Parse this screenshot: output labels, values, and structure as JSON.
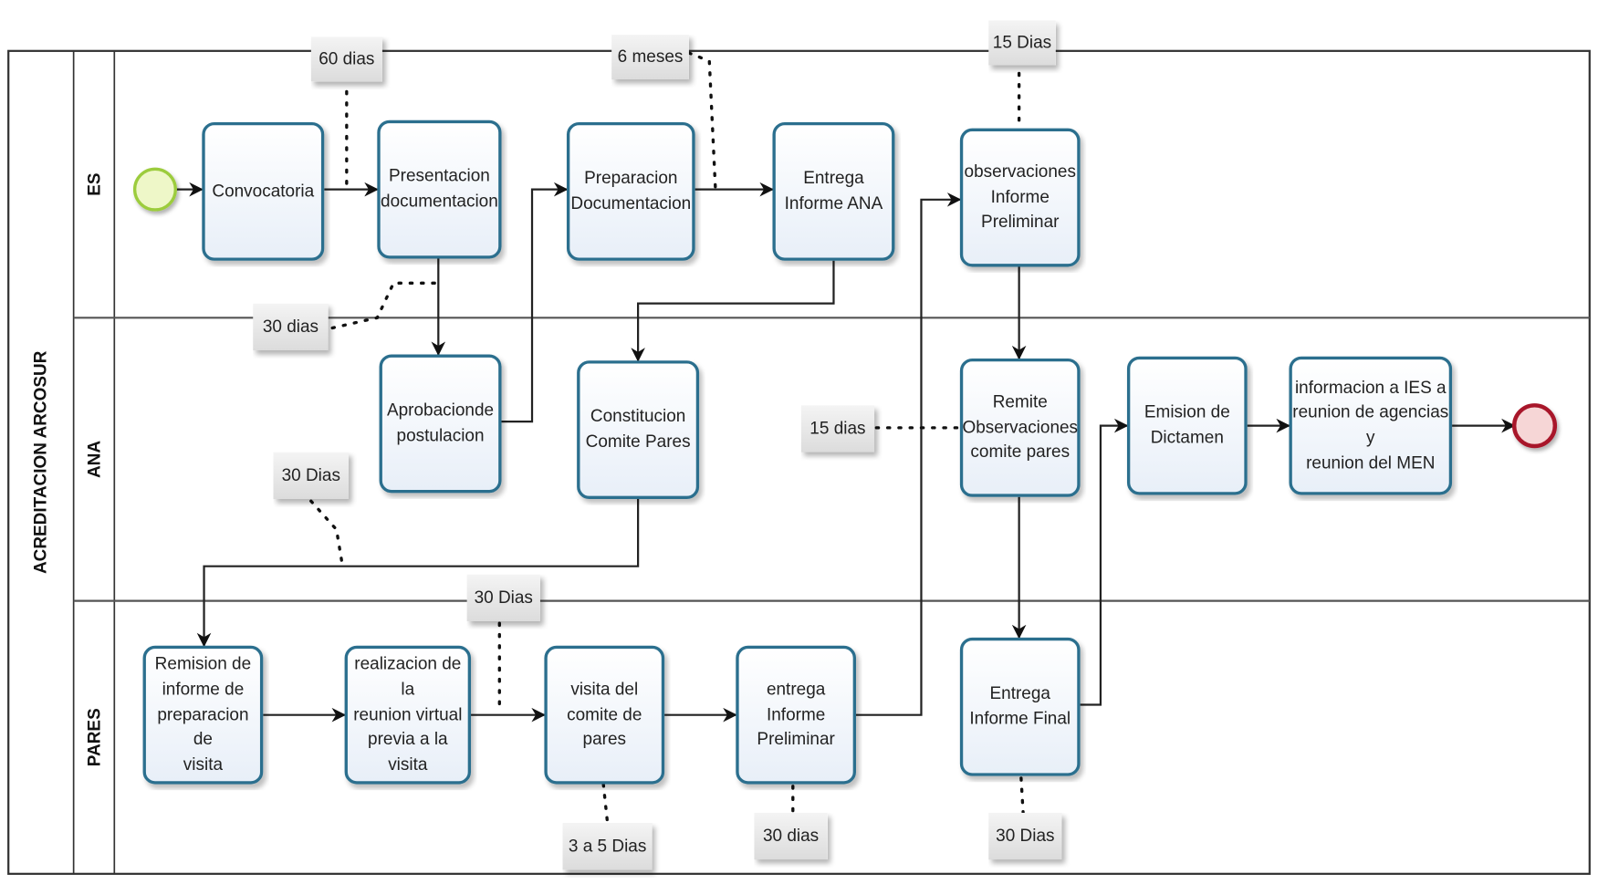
{
  "pool": {
    "label": "ACREDITACION ARCOSUR"
  },
  "lanes": [
    {
      "id": "es",
      "label": "ES"
    },
    {
      "id": "ana",
      "label": "ANA"
    },
    {
      "id": "pares",
      "label": "PARES"
    }
  ],
  "events": {
    "start": {
      "color": "#9ccc3c",
      "fill": "#eef7c8"
    },
    "end": {
      "color": "#a8182a",
      "fill": "#f6d6d6"
    }
  },
  "tasks": [
    {
      "id": "convocatoria",
      "lane": "es",
      "label": "Convocatoria"
    },
    {
      "id": "presentacion",
      "lane": "es",
      "label": "Presentacion\ndocumentacion"
    },
    {
      "id": "preparacion",
      "lane": "es",
      "label": "Preparacion\nDocumentacion"
    },
    {
      "id": "entrega-ana",
      "lane": "es",
      "label": "Entrega\nInforme ANA"
    },
    {
      "id": "observaciones",
      "lane": "es",
      "label": "observaciones\nInforme\nPreliminar"
    },
    {
      "id": "aprobacion",
      "lane": "ana",
      "label": "Aprobacionde\npostulacion"
    },
    {
      "id": "constitucion",
      "lane": "ana",
      "label": "Constitucion\nComite Pares"
    },
    {
      "id": "remite",
      "lane": "ana",
      "label": "Remite\nObservaciones\ncomite pares"
    },
    {
      "id": "emision",
      "lane": "ana",
      "label": "Emision de\nDictamen"
    },
    {
      "id": "informacion",
      "lane": "ana",
      "label": "informacion a IES a\nreunion de agencias y\nreunion del MEN"
    },
    {
      "id": "remision",
      "lane": "pares",
      "label": "Remision de\ninforme de\npreparacion de\nvisita"
    },
    {
      "id": "realizacion",
      "lane": "pares",
      "label": "realizacion de la\nreunion virtual\nprevia a la visita"
    },
    {
      "id": "visita",
      "lane": "pares",
      "label": "visita del\ncomite de\npares"
    },
    {
      "id": "entrega-preliminar",
      "lane": "pares",
      "label": "entrega\nInforme\nPreliminar"
    },
    {
      "id": "entrega-final",
      "lane": "pares",
      "label": "Entrega\nInforme Final"
    }
  ],
  "annotations": [
    {
      "id": "a1",
      "text": "60 dias"
    },
    {
      "id": "a2",
      "text": "6 meses"
    },
    {
      "id": "a3",
      "text": "15 Dias"
    },
    {
      "id": "a4",
      "text": "30 dias"
    },
    {
      "id": "a5",
      "text": "30 Dias"
    },
    {
      "id": "a6",
      "text": "15 dias"
    },
    {
      "id": "a7",
      "text": "30 Dias"
    },
    {
      "id": "a8",
      "text": "3 a 5 Dias"
    },
    {
      "id": "a9",
      "text": "30 dias"
    },
    {
      "id": "a10",
      "text": "30 Dias"
    }
  ],
  "flows": [
    [
      "start",
      "convocatoria"
    ],
    [
      "convocatoria",
      "presentacion"
    ],
    [
      "presentacion",
      "aprobacion"
    ],
    [
      "aprobacion",
      "preparacion"
    ],
    [
      "preparacion",
      "entrega-ana"
    ],
    [
      "entrega-ana",
      "constitucion"
    ],
    [
      "constitucion",
      "remision"
    ],
    [
      "remision",
      "realizacion"
    ],
    [
      "realizacion",
      "visita"
    ],
    [
      "visita",
      "entrega-preliminar"
    ],
    [
      "entrega-preliminar",
      "observaciones"
    ],
    [
      "observaciones",
      "remite"
    ],
    [
      "remite",
      "entrega-final"
    ],
    [
      "entrega-final",
      "emision"
    ],
    [
      "emision",
      "informacion"
    ],
    [
      "informacion",
      "end"
    ]
  ]
}
